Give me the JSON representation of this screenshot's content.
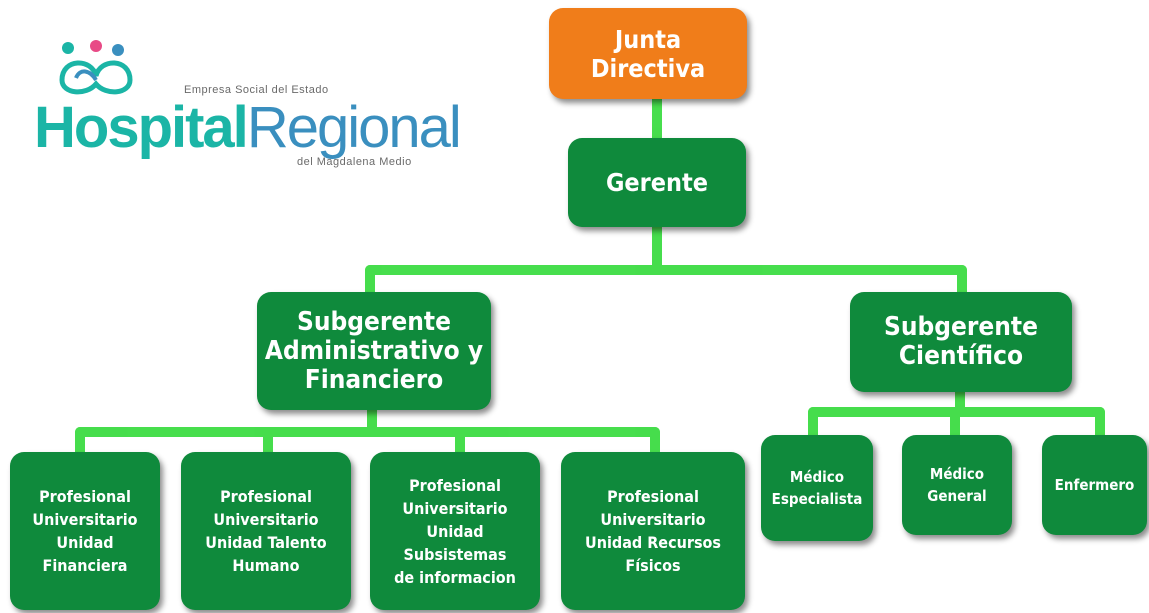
{
  "logo": {
    "tagline": "Empresa Social del Estado",
    "name_part1": "Hospital",
    "name_part2": "Regional",
    "subtitle": "del Magdalena Medio",
    "icon": "people-heart-icon"
  },
  "nodes": {
    "junta": "Junta\nDirectiva",
    "gerente": "Gerente",
    "sub_admin": "Subgerente\nAdministrativo y\nFinanciero",
    "sub_cient": "Subgerente\nCientífico",
    "prof_financiera": "Profesional\nUniversitario\nUnidad Financiera",
    "prof_talento": "Profesional\nUniversitario\nUnidad Talento\nHumano",
    "prof_subsistemas": "Profesional\nUniversitario\nUnidad Subsistemas\nde informacion",
    "prof_recursos": "Profesional\nUniversitario\nUnidad Recursos\nFísicos",
    "medico_especialista": "Médico\nEspecialista",
    "medico_general": "Médico\nGeneral",
    "enfermero": "Enfermero"
  },
  "colors": {
    "box_green": "#0f8a3c",
    "box_orange": "#f07d1a",
    "connector": "#3ddc43",
    "logo_teal": "#1bb5a6",
    "logo_blue": "#3a8fbf"
  }
}
